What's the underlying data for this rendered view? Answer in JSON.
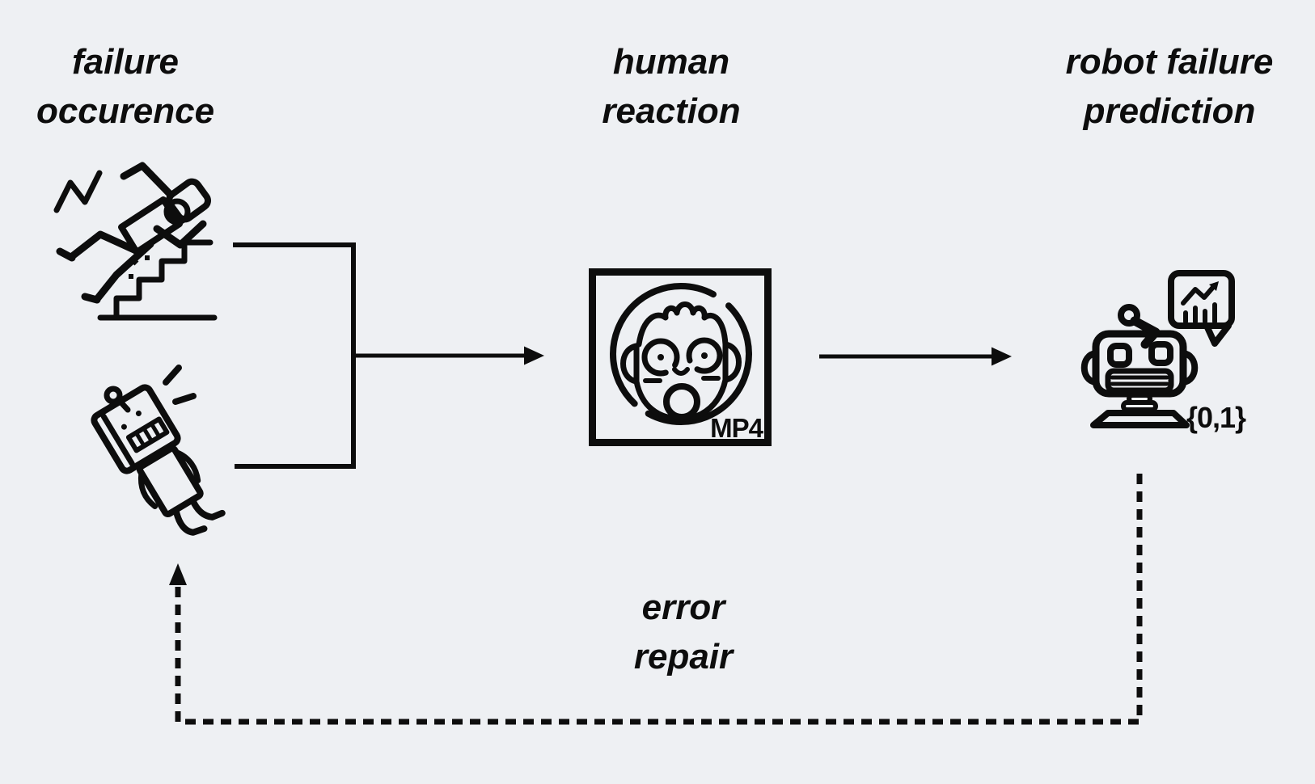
{
  "page": {
    "bg": "#eef0f3",
    "ink": "#0d0d0d"
  },
  "stages": {
    "failure": {
      "line1": "failure",
      "line2": "occurence"
    },
    "human": {
      "line1": "human",
      "line2": "reaction"
    },
    "prediction": {
      "line1": "robot failure",
      "line2": "prediction"
    }
  },
  "feedback": {
    "line1": "error",
    "line2": "repair"
  },
  "badges": {
    "video_format": "MP4",
    "prediction_set": "{0,1}"
  },
  "icons": {
    "falling_person": "person-falling-down-stairs-icon",
    "falling_robot": "falling-robot-icon",
    "shocked_face": "shocked-face-video-icon",
    "robot_chart": "robot-with-prediction-chart-icon"
  }
}
